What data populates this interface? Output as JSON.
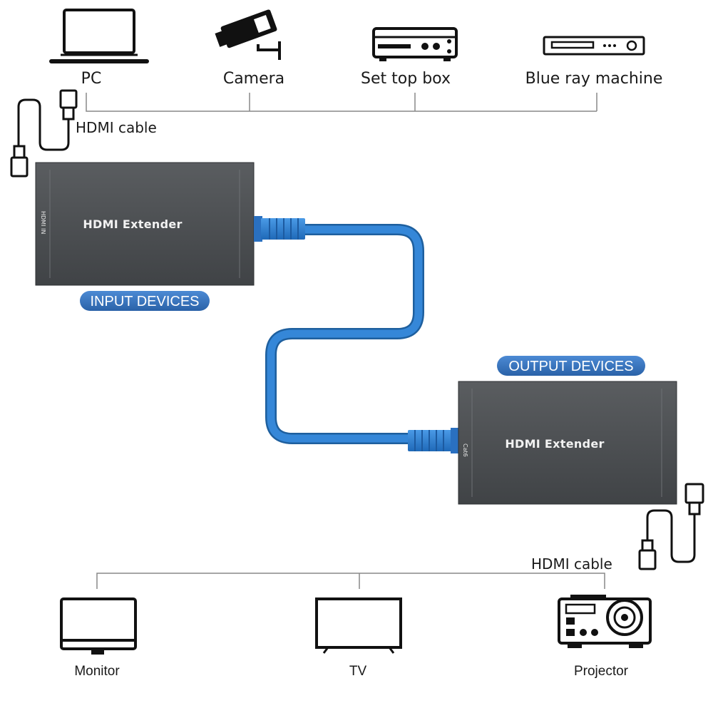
{
  "input_sources": {
    "pc": "PC",
    "camera": "Camera",
    "set_top_box": "Set top box",
    "blue_ray": "Blue ray machine"
  },
  "output_displays": {
    "monitor": "Monitor",
    "tv": "TV",
    "projector": "Projector"
  },
  "cables": {
    "hdmi_cable_top": "HDMI cable",
    "hdmi_cable_bottom": "HDMI cable"
  },
  "extenders": {
    "transmitter": {
      "title": "HDMI Extender",
      "port": "HDMI IN"
    },
    "receiver": {
      "title": "HDMI Extender",
      "port": "Cat6"
    }
  },
  "badges": {
    "input": "INPUT DEVICES",
    "output": "OUTPUT DEVICES"
  },
  "colors": {
    "cable_blue": "#2f7fd0",
    "device_gray": "#4a4d50",
    "badge_blue": "#2f6db6"
  },
  "icons": [
    "laptop-icon",
    "cctv-camera-icon",
    "set-top-box-icon",
    "blu-ray-player-icon",
    "hdmi-cable-icon",
    "monitor-icon",
    "tv-icon",
    "projector-icon"
  ]
}
